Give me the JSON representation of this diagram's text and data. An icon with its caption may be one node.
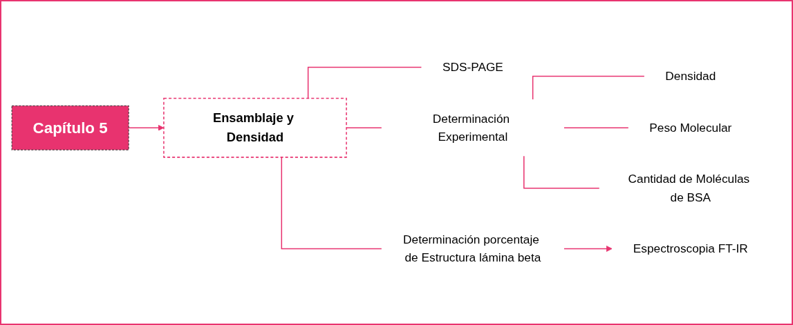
{
  "diagram": {
    "nodes": [
      {
        "text": [
          "Capítulo 5"
        ]
      },
      {
        "text": [
          "Ensamblaje y Densidad"
        ]
      },
      {
        "text": [
          "SDS-PAGE"
        ]
      },
      {
        "text": [
          "Determinación Experimental"
        ]
      },
      {
        "text": [
          "Densidad"
        ]
      },
      {
        "text": [
          "Peso Molecular"
        ]
      },
      {
        "text": [
          "Cantidad de Moléculas de BSA"
        ]
      },
      {
        "text": [
          "Determinación porcentaje de Estructura lámina beta"
        ]
      },
      {
        "text": [
          "Espectroscopia FT-IR"
        ]
      }
    ],
    "edges": [
      {
        "from": 0,
        "to": 1,
        "arrow": "to"
      },
      {
        "from": 1,
        "to": 2,
        "arrow": "none"
      },
      {
        "from": 1,
        "to": 3,
        "arrow": "none"
      },
      {
        "from": 1,
        "to": 7,
        "arrow": "none"
      },
      {
        "from": 3,
        "to": 4,
        "arrow": "none"
      },
      {
        "from": 3,
        "to": 5,
        "arrow": "none"
      },
      {
        "from": 3,
        "to": 6,
        "arrow": "none"
      },
      {
        "from": 7,
        "to": 8,
        "arrow": "to"
      }
    ]
  }
}
